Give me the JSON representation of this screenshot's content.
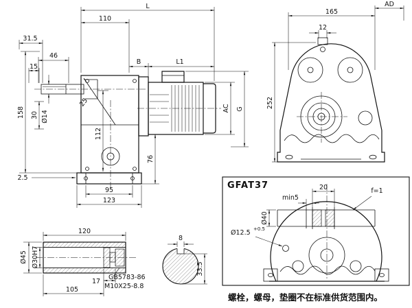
{
  "caption": "螺栓，螺母，垫圈不在标准供货范围内。",
  "side": {
    "dims": {
      "L": "L",
      "w110": "110",
      "w31_5": "31.5",
      "w46": "46",
      "w15": "15",
      "B": "B",
      "L1": "L1",
      "h158": "158",
      "h30": "30",
      "dia14": "Ø14",
      "a25": "25",
      "h112": "112",
      "h76": "76",
      "AC": "AC",
      "G": "G",
      "w2_5": "2.5",
      "w95": "95",
      "w123": "123"
    }
  },
  "front": {
    "dims": {
      "w165": "165",
      "AD": "AD",
      "w12": "12",
      "h252": "252"
    }
  },
  "shaft": {
    "dims": {
      "w120": "120",
      "dia45": "Ø45",
      "dia30": "Ø30H7",
      "w17": "17",
      "w105": "105"
    },
    "notes": {
      "bolt_std": "GB5783-86",
      "bolt_spec": "M10X25-8.8"
    }
  },
  "section": {
    "dims": {
      "w8": "8",
      "h33_5": "33.5"
    }
  },
  "detail": {
    "title": "GFAT37",
    "dims": {
      "w20": "20",
      "min5": "min5",
      "f1": "f=1",
      "dia40": "Ø40",
      "dia12_5": "Ø12.5",
      "tol": "+0.5"
    }
  }
}
